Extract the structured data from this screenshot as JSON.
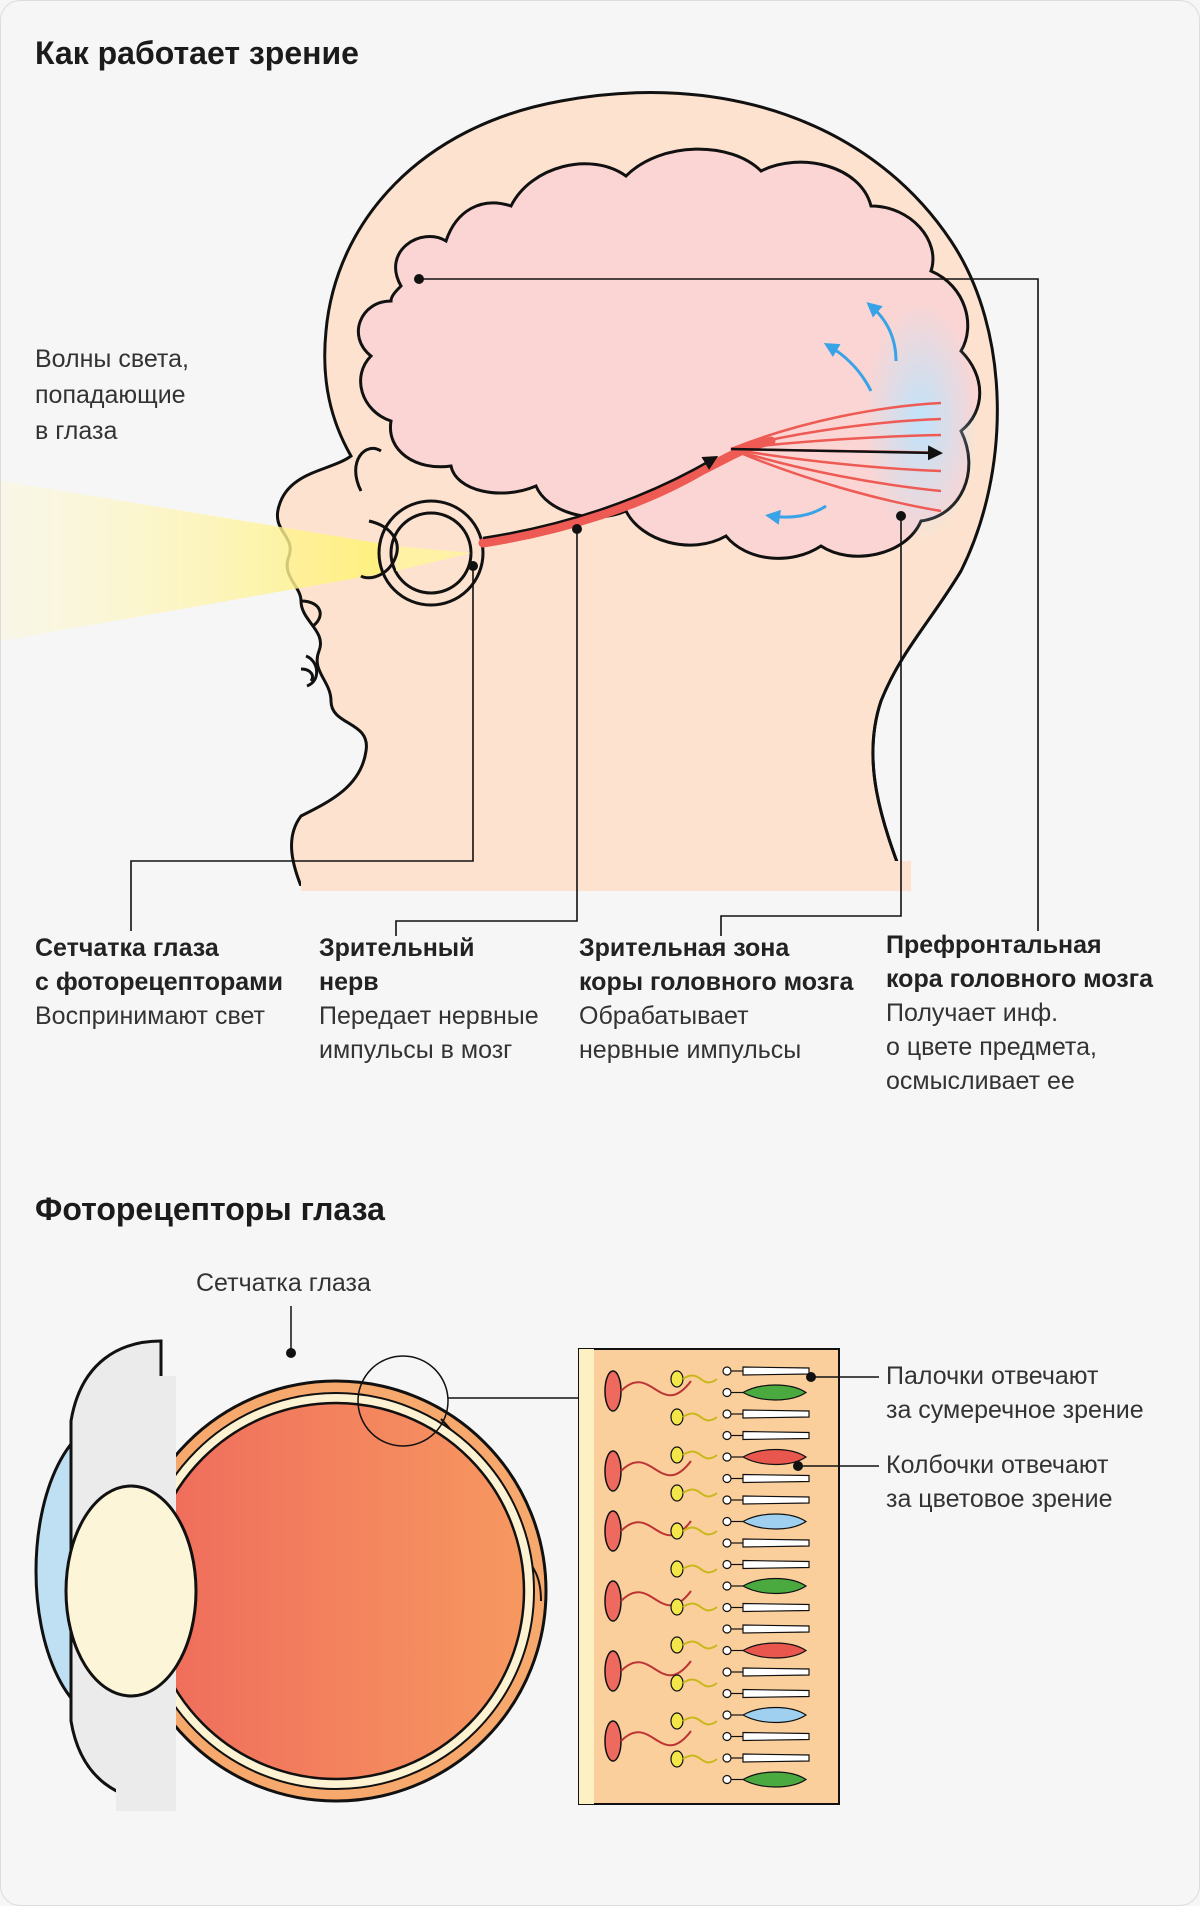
{
  "title_top": "Как работает зрение",
  "title_bottom": "Фоторецепторы глаза",
  "light_label": [
    "Волны света,",
    "попадающие",
    "в глаза"
  ],
  "callouts": [
    {
      "title": [
        "Сетчатка глаза",
        "с фоторецепторами"
      ],
      "desc": [
        "Воспринимают свет"
      ]
    },
    {
      "title": [
        "Зрительный",
        "нерв"
      ],
      "desc": [
        "Передает нервные",
        "импульсы в мозг"
      ]
    },
    {
      "title": [
        "Зрительная зона",
        "коры головного мозга"
      ],
      "desc": [
        "Обрабатывает",
        "нервные импульсы"
      ]
    },
    {
      "title": [
        "Префронтальная",
        "кора головного мозга"
      ],
      "desc": [
        "Получает инф.",
        "о цвете предмета,",
        "осмысливает ее"
      ]
    }
  ],
  "retina_label": "Сетчатка глаза",
  "rods_label": [
    "Палочки отвечают",
    "за сумеречное зрение"
  ],
  "cones_label": [
    "Колбочки отвечают",
    "за цветовое зрение"
  ],
  "colors": {
    "skin": "#fde3cf",
    "brain": "#fbd5d3",
    "nerve": "#ee5a54",
    "arrow_blue": "#38a3e6",
    "light": "#fff3a0",
    "cone_green": "#4aaa3f",
    "cone_red": "#e8564d",
    "cone_blue": "#9fd0ef"
  }
}
